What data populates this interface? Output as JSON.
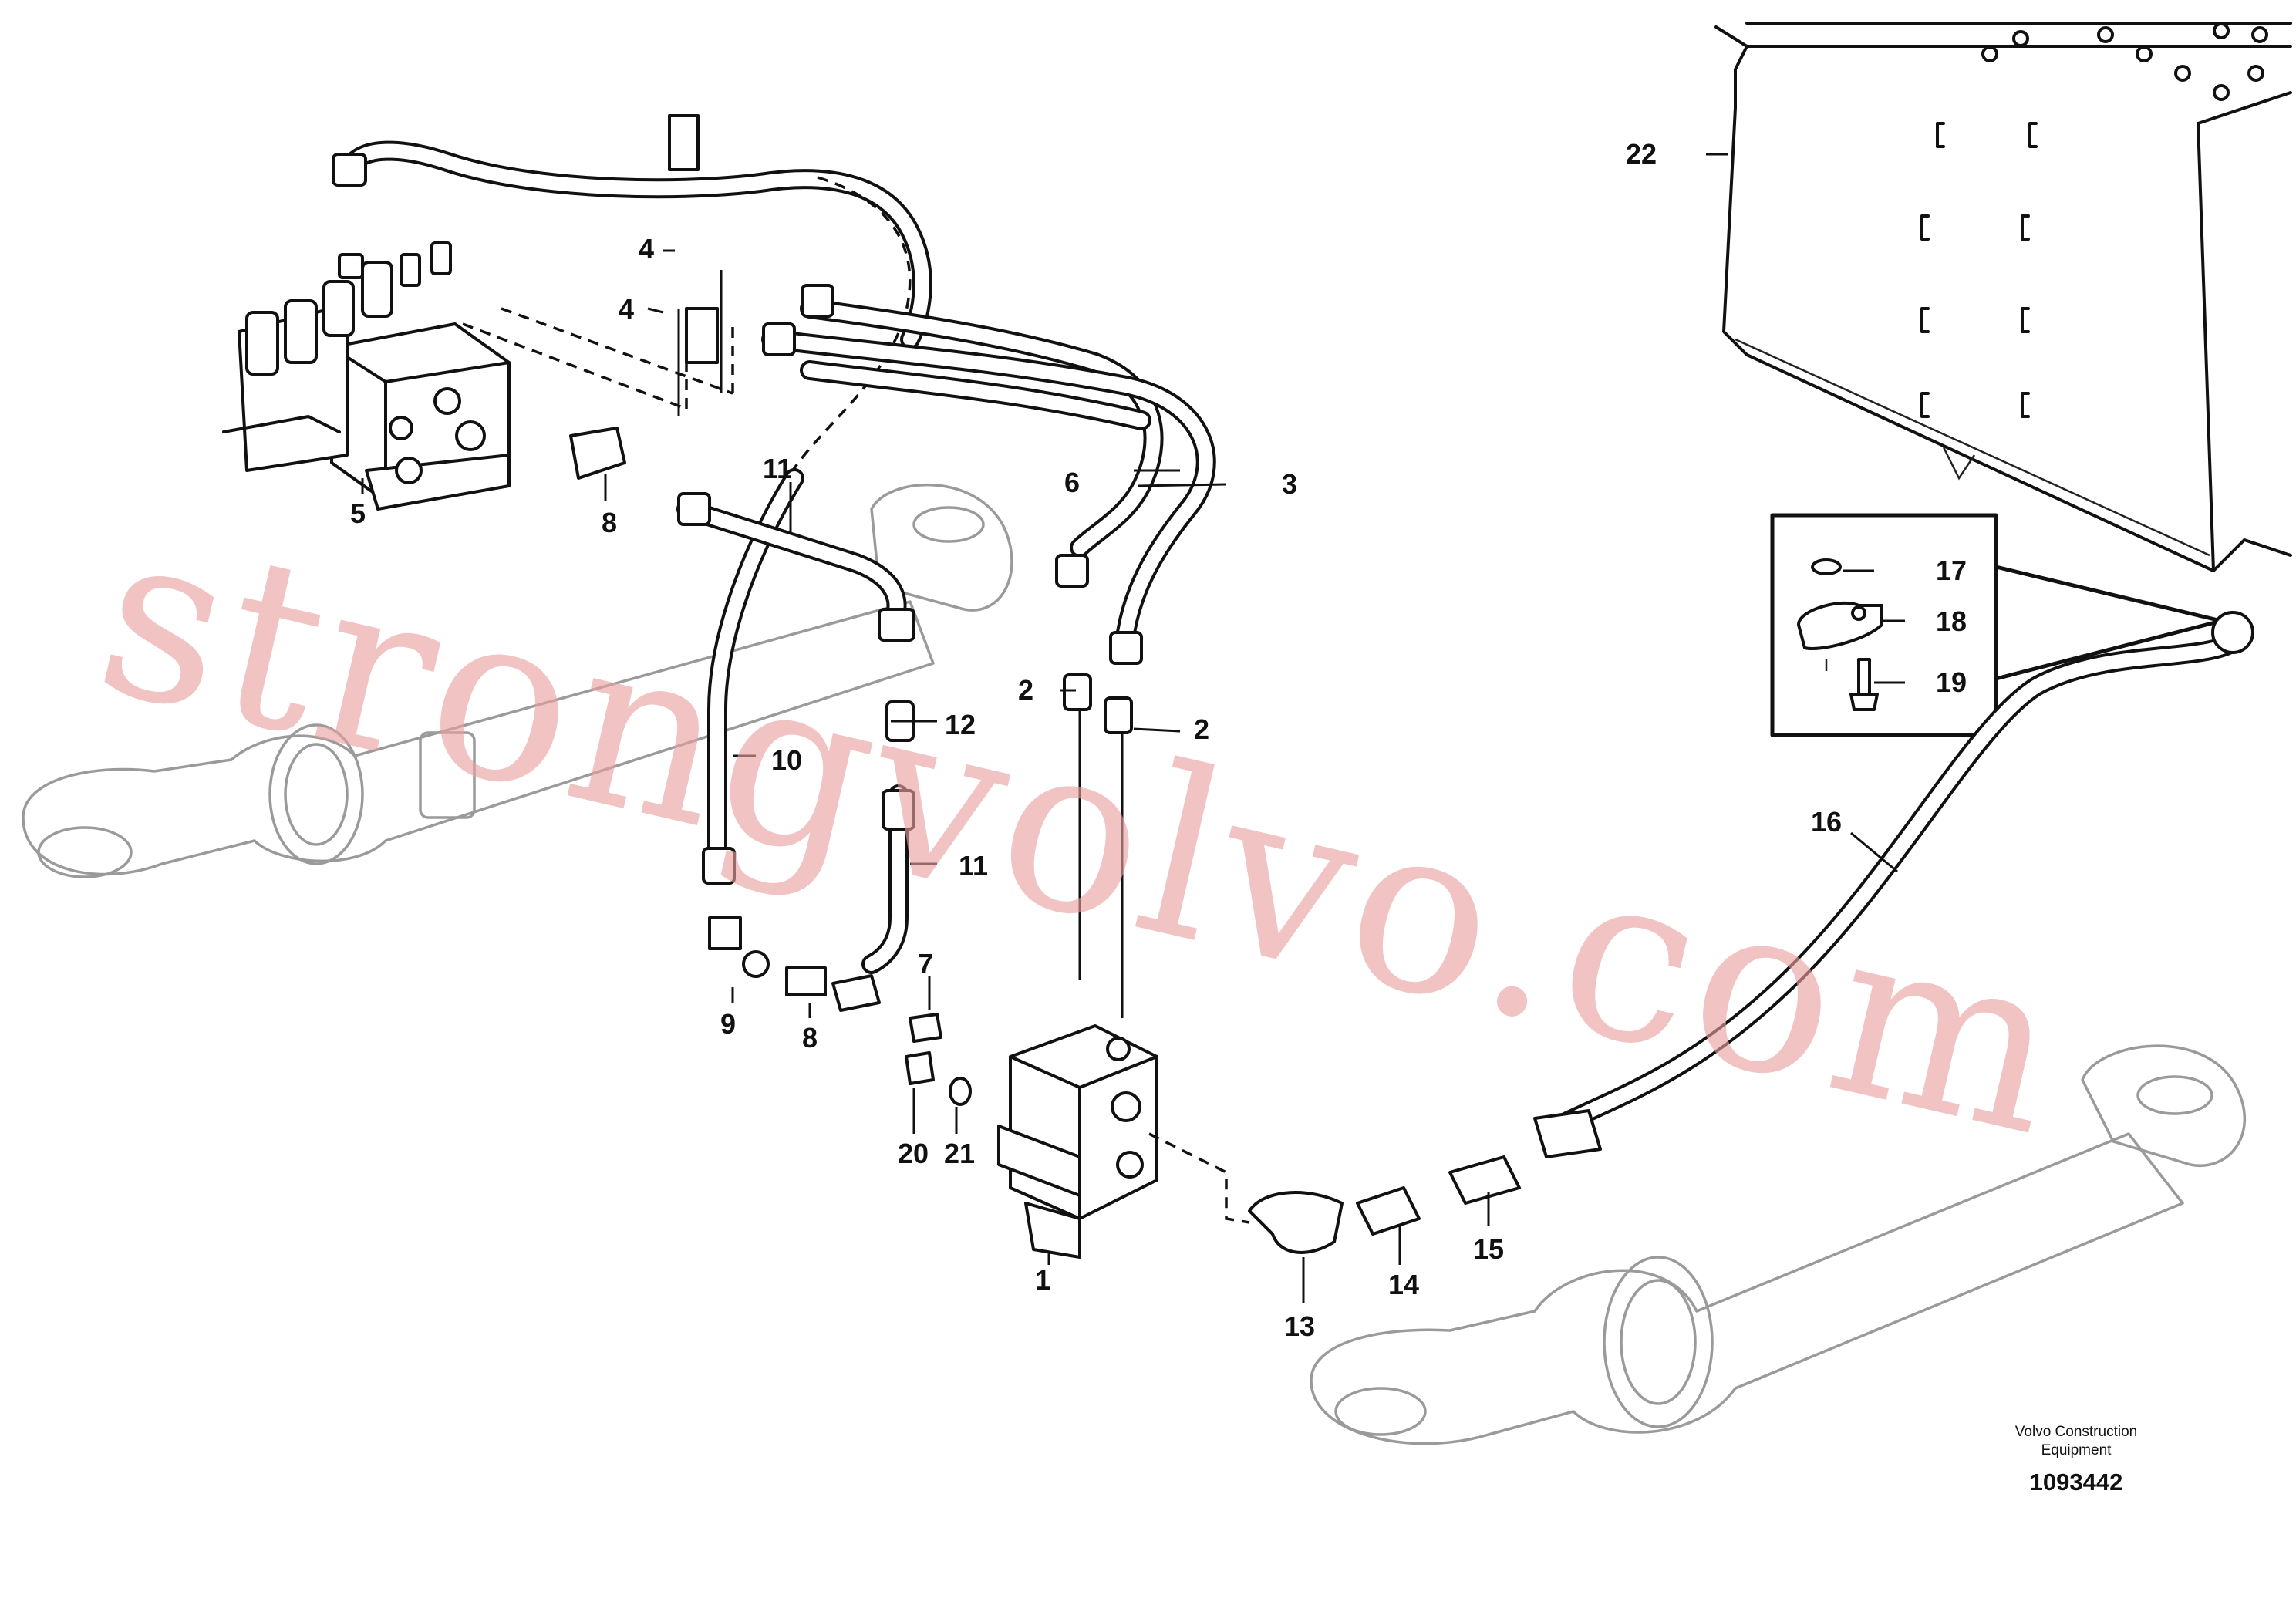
{
  "callouts": {
    "c1": "1",
    "c2a": "2",
    "c2b": "2",
    "c3": "3",
    "c4a": "4",
    "c4b": "4",
    "c5": "5",
    "c6": "6",
    "c7": "7",
    "c8a": "8",
    "c8b": "8",
    "c9": "9",
    "c10": "10",
    "c11a": "11",
    "c11b": "11",
    "c12": "12",
    "c13": "13",
    "c14": "14",
    "c15": "15",
    "c16": "16",
    "c17": "17",
    "c18": "18",
    "c19": "19",
    "c20": "20",
    "c21": "21",
    "c22": "22"
  },
  "footer": {
    "brand_line1": "Volvo Construction",
    "brand_line2": "Equipment",
    "drawing_number": "1093442"
  },
  "watermark": "strongvolvo.com",
  "colors": {
    "line": "#111111",
    "watermark": "#e9a0a0",
    "background": "#ffffff"
  }
}
